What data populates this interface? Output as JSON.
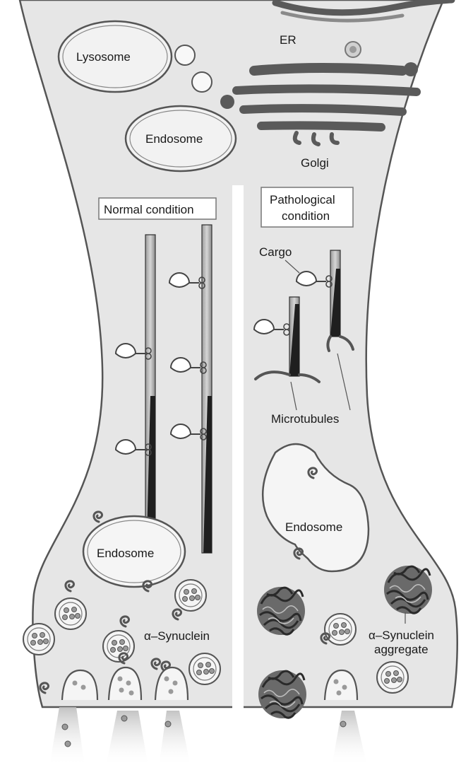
{
  "labels": {
    "lysosome": "Lysosome",
    "er": "ER",
    "endosome_top": "Endosome",
    "golgi": "Golgi",
    "normal_condition": "Normal condition",
    "pathological_line1": "Pathological",
    "pathological_line2": "condition",
    "cargo": "Cargo",
    "microtubules": "Microtubules",
    "endosome_right": "Endosome",
    "endosome_left": "Endosome",
    "alpha_synuclein": "α–Synuclein",
    "aggregate_line1": "α–Synuclein",
    "aggregate_line2": "aggregate"
  },
  "colors": {
    "cell_fill": "#e6e6e6",
    "membrane": "#555555",
    "dark_organelle": "#5a5a5a",
    "microtubule_fill": "#bdbdbd",
    "microtubule_dark": "#1f1f1f",
    "divider": "#ffffff"
  }
}
